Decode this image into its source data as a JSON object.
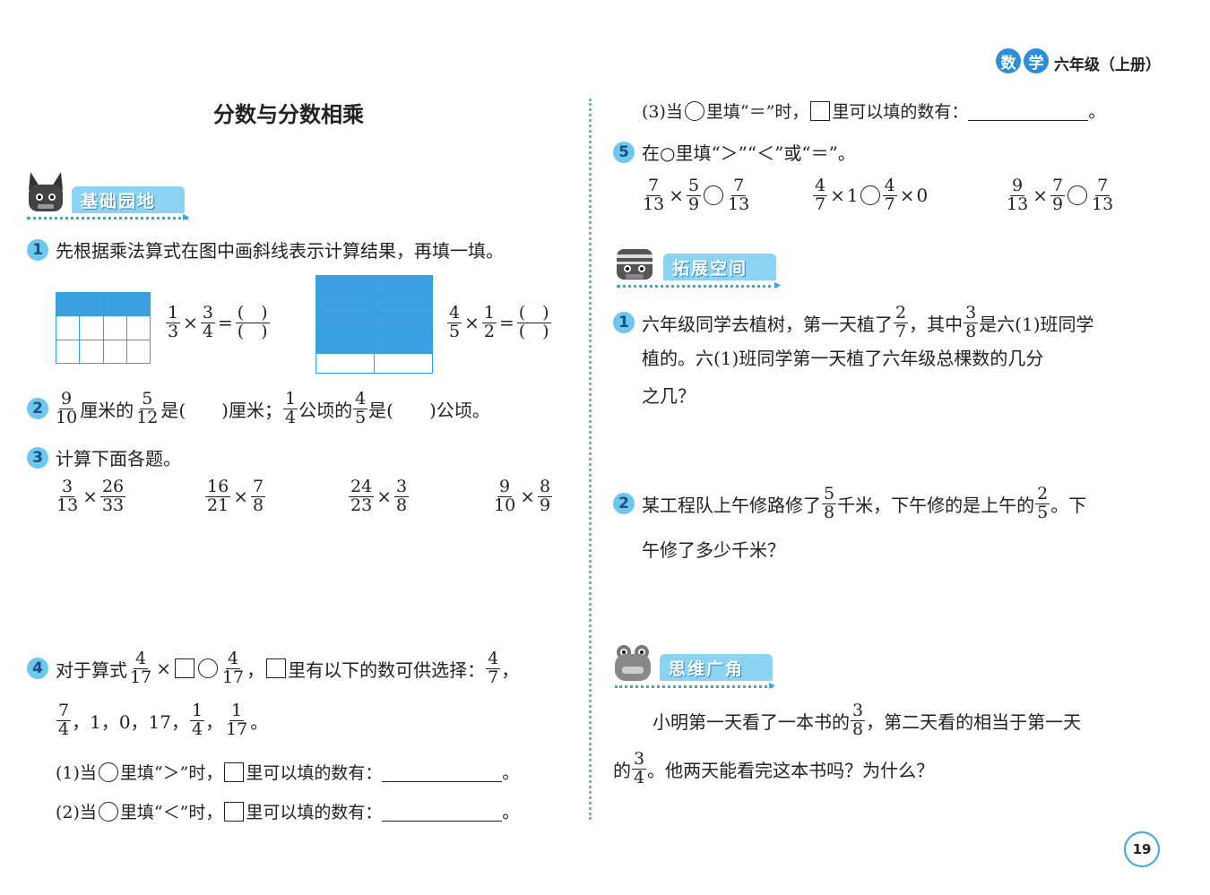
{
  "header": {
    "subject_1": "数",
    "subject_2": "学",
    "grade": "六年级（上册）"
  },
  "lesson_title": "分数与分数相乘",
  "sections": {
    "basic": "基础园地",
    "extend": "拓展空间",
    "thinking": "思维广角"
  },
  "q1": {
    "num": "1",
    "text": "先根据乘法算式在图中画斜线表示计算结果，再填一填。",
    "a": {
      "n1": "1",
      "d1": "3",
      "n2": "3",
      "d2": "4",
      "ans_n": "(　)",
      "ans_d": "(　)"
    },
    "b": {
      "n1": "4",
      "d1": "5",
      "n2": "1",
      "d2": "2",
      "ans_n": "(　)",
      "ans_d": "(　)"
    },
    "colors": {
      "grid_line": "#2aa3e0",
      "shaded": "#3b9fe0"
    }
  },
  "q2": {
    "num": "2",
    "f1": {
      "n": "9",
      "d": "10"
    },
    "t1": "厘米的",
    "f2": {
      "n": "5",
      "d": "12"
    },
    "t2": "是(　　)厘米；",
    "f3": {
      "n": "1",
      "d": "4"
    },
    "t3": "公顷的",
    "f4": {
      "n": "4",
      "d": "5"
    },
    "t4": "是(　　)公顷。"
  },
  "q3": {
    "num": "3",
    "text": "计算下面各题。",
    "items": [
      {
        "n1": "3",
        "d1": "13",
        "n2": "26",
        "d2": "33"
      },
      {
        "n1": "16",
        "d1": "21",
        "n2": "7",
        "d2": "8"
      },
      {
        "n1": "24",
        "d1": "23",
        "n2": "3",
        "d2": "8"
      },
      {
        "n1": "9",
        "d1": "10",
        "n2": "8",
        "d2": "9"
      }
    ]
  },
  "q4": {
    "num": "4",
    "t1": "对于算式",
    "f1": {
      "n": "4",
      "d": "17"
    },
    "f2": {
      "n": "4",
      "d": "17"
    },
    "t2": "，",
    "t3": "里有以下的数可供选择：",
    "f3": {
      "n": "4",
      "d": "7"
    },
    "t4": "，",
    "f4": {
      "n": "7",
      "d": "4"
    },
    "t5": "，1，0，17，",
    "f5": {
      "n": "1",
      "d": "4"
    },
    "t6": "，",
    "f6": {
      "n": "1",
      "d": "17"
    },
    "t7": "。",
    "sub1_a": "(1)当",
    "sub1_b": "里填“＞”时，",
    "sub1_c": "里可以填的数有：",
    "sub2_a": "(2)当",
    "sub2_b": "里填“＜”时，",
    "sub2_c": "里可以填的数有：",
    "sub3_a": "(3)当",
    "sub3_b": "里填“＝”时，",
    "sub3_c": "里可以填的数有：",
    "end": "。"
  },
  "q5": {
    "num": "5",
    "text": "在○里填“＞”“＜”或“＝”。",
    "e1": {
      "n1": "7",
      "d1": "13",
      "n2": "5",
      "d2": "9",
      "n3": "7",
      "d3": "13"
    },
    "e2": {
      "n1": "4",
      "d1": "7",
      "mid": "1",
      "n3": "4",
      "d3": "7",
      "tail": "0"
    },
    "e3": {
      "n1": "9",
      "d1": "13",
      "n2": "7",
      "d2": "9",
      "n3": "7",
      "d3": "13"
    }
  },
  "ext1": {
    "num": "1",
    "t1": "六年级同学去植树，第一天植了",
    "f1": {
      "n": "2",
      "d": "7"
    },
    "t2": "，其中",
    "f2": {
      "n": "3",
      "d": "8"
    },
    "t3": "是六(1)班同学",
    "line2": "植的。六(1)班同学第一天植了六年级总棵数的几分",
    "line3": "之几？"
  },
  "ext2": {
    "num": "2",
    "t1": "某工程队上午修路修了",
    "f1": {
      "n": "5",
      "d": "8"
    },
    "t2": "千米，下午修的是上午的",
    "f2": {
      "n": "2",
      "d": "5"
    },
    "t3": "。下",
    "line2": "午修了多少千米？"
  },
  "think": {
    "t1": "小明第一天看了一本书的",
    "f1": {
      "n": "3",
      "d": "8"
    },
    "t2": "，第二天看的相当于第一天",
    "t3": "的",
    "f2": {
      "n": "3",
      "d": "4"
    },
    "t4": "。他两天能看完这本书吗？为什么？"
  },
  "page_number": "19"
}
